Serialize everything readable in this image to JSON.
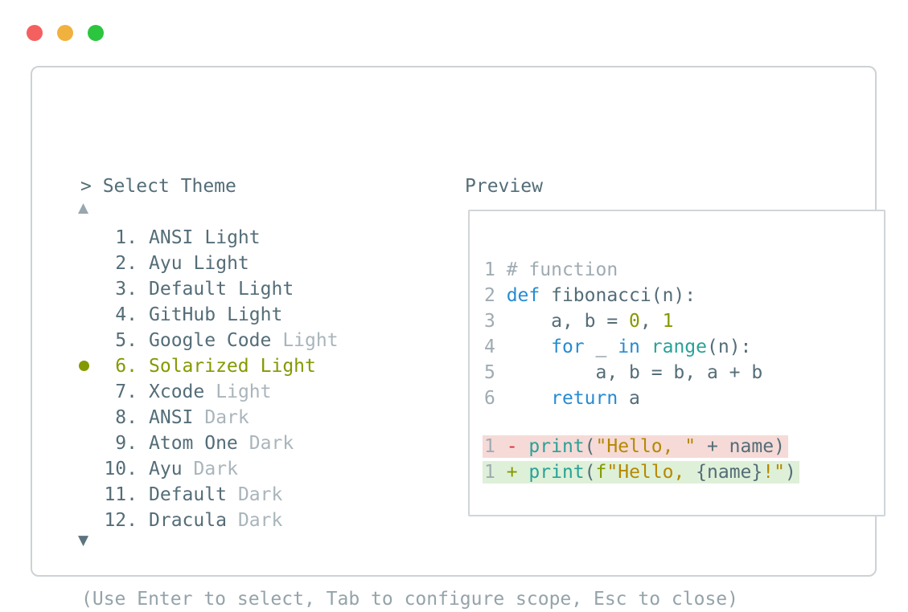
{
  "colors": {
    "fg": "#546d78",
    "muted": "#a9b5bb",
    "gutter": "#9fabb2",
    "hint": "#94a3aa",
    "olive": "#859900",
    "blue": "#268bd2",
    "teal": "#2aa198",
    "gold": "#b58900",
    "red": "#dc322f",
    "removedbg": "#f5dad7",
    "addedbg": "#def0d8",
    "winborder": "#ccd2d5",
    "prevborder": "#d0d5d8",
    "tred": "#f4605f",
    "tyellow": "#f1b13e",
    "tgreen": "#2bc53e"
  },
  "window_controls": [
    {
      "name": "close",
      "color": "#f4605f"
    },
    {
      "name": "minimize",
      "color": "#f1b13e"
    },
    {
      "name": "maximize",
      "color": "#2bc53e"
    }
  ],
  "left_pane": {
    "prompt_symbol": ">",
    "title": " Select Theme"
  },
  "theme_list": {
    "up_symbol": "▲",
    "down_symbol": "▼",
    "selected_color": "#859900",
    "items": [
      {
        "number": "1.",
        "name": "ANSI",
        "variant": "Light",
        "variant_muted": false,
        "selected": false
      },
      {
        "number": "2.",
        "name": "Ayu",
        "variant": "Light",
        "variant_muted": false,
        "selected": false
      },
      {
        "number": "3.",
        "name": "Default",
        "variant": "Light",
        "variant_muted": false,
        "selected": false
      },
      {
        "number": "4.",
        "name": "GitHub",
        "variant": "Light",
        "variant_muted": false,
        "selected": false
      },
      {
        "number": "5.",
        "name": "Google Code",
        "variant": "Light",
        "variant_muted": true,
        "selected": false
      },
      {
        "number": "6.",
        "name": "Solarized",
        "variant": "Light",
        "variant_muted": false,
        "selected": true
      },
      {
        "number": "7.",
        "name": "Xcode",
        "variant": "Light",
        "variant_muted": true,
        "selected": false
      },
      {
        "number": "8.",
        "name": "ANSI",
        "variant": "Dark",
        "variant_muted": true,
        "selected": false
      },
      {
        "number": "9.",
        "name": "Atom One",
        "variant": "Dark",
        "variant_muted": true,
        "selected": false
      },
      {
        "number": "10.",
        "name": "Ayu",
        "variant": "Dark",
        "variant_muted": true,
        "selected": false
      },
      {
        "number": "11.",
        "name": "Default",
        "variant": "Dark",
        "variant_muted": true,
        "selected": false
      },
      {
        "number": "12.",
        "name": "Dracula",
        "variant": "Dark",
        "variant_muted": true,
        "selected": false
      }
    ]
  },
  "preview": {
    "label": "Preview",
    "lines": [
      {
        "num": "1",
        "diff": null,
        "tokens": [
          {
            "t": "# function",
            "c": "muted"
          }
        ]
      },
      {
        "num": "2",
        "diff": null,
        "tokens": [
          {
            "t": "def ",
            "c": "blue"
          },
          {
            "t": "fibonacci(n):",
            "c": "fg"
          }
        ]
      },
      {
        "num": "3",
        "diff": null,
        "tokens": [
          {
            "t": "    a, b = ",
            "c": "fg"
          },
          {
            "t": "0",
            "c": "olive"
          },
          {
            "t": ", ",
            "c": "fg"
          },
          {
            "t": "1",
            "c": "olive"
          }
        ]
      },
      {
        "num": "4",
        "diff": null,
        "tokens": [
          {
            "t": "    ",
            "c": "fg"
          },
          {
            "t": "for",
            "c": "blue"
          },
          {
            "t": " _ ",
            "c": "fg"
          },
          {
            "t": "in",
            "c": "blue"
          },
          {
            "t": " ",
            "c": "fg"
          },
          {
            "t": "range",
            "c": "teal"
          },
          {
            "t": "(n):",
            "c": "fg"
          }
        ]
      },
      {
        "num": "5",
        "diff": null,
        "tokens": [
          {
            "t": "        a, b = b, a + b",
            "c": "fg"
          }
        ]
      },
      {
        "num": "6",
        "diff": null,
        "tokens": [
          {
            "t": "    ",
            "c": "fg"
          },
          {
            "t": "return",
            "c": "blue"
          },
          {
            "t": " a",
            "c": "fg"
          }
        ]
      },
      {
        "blank": true
      },
      {
        "num": "1",
        "diff": "removed",
        "tokens": [
          {
            "t": "- ",
            "c": "red"
          },
          {
            "t": "print",
            "c": "teal"
          },
          {
            "t": "(",
            "c": "fg"
          },
          {
            "t": "\"Hello, \"",
            "c": "gold"
          },
          {
            "t": " + name)",
            "c": "fg"
          }
        ]
      },
      {
        "num": "1",
        "diff": "added",
        "tokens": [
          {
            "t": "+ ",
            "c": "olive"
          },
          {
            "t": "print",
            "c": "teal"
          },
          {
            "t": "(",
            "c": "fg"
          },
          {
            "t": "f",
            "c": "olive"
          },
          {
            "t": "\"Hello, ",
            "c": "gold"
          },
          {
            "t": "{name}",
            "c": "fg"
          },
          {
            "t": "!\"",
            "c": "gold"
          },
          {
            "t": ")",
            "c": "fg"
          }
        ]
      }
    ]
  },
  "footer": {
    "hint": "(Use Enter to select, Tab to configure scope, Esc to close)"
  }
}
